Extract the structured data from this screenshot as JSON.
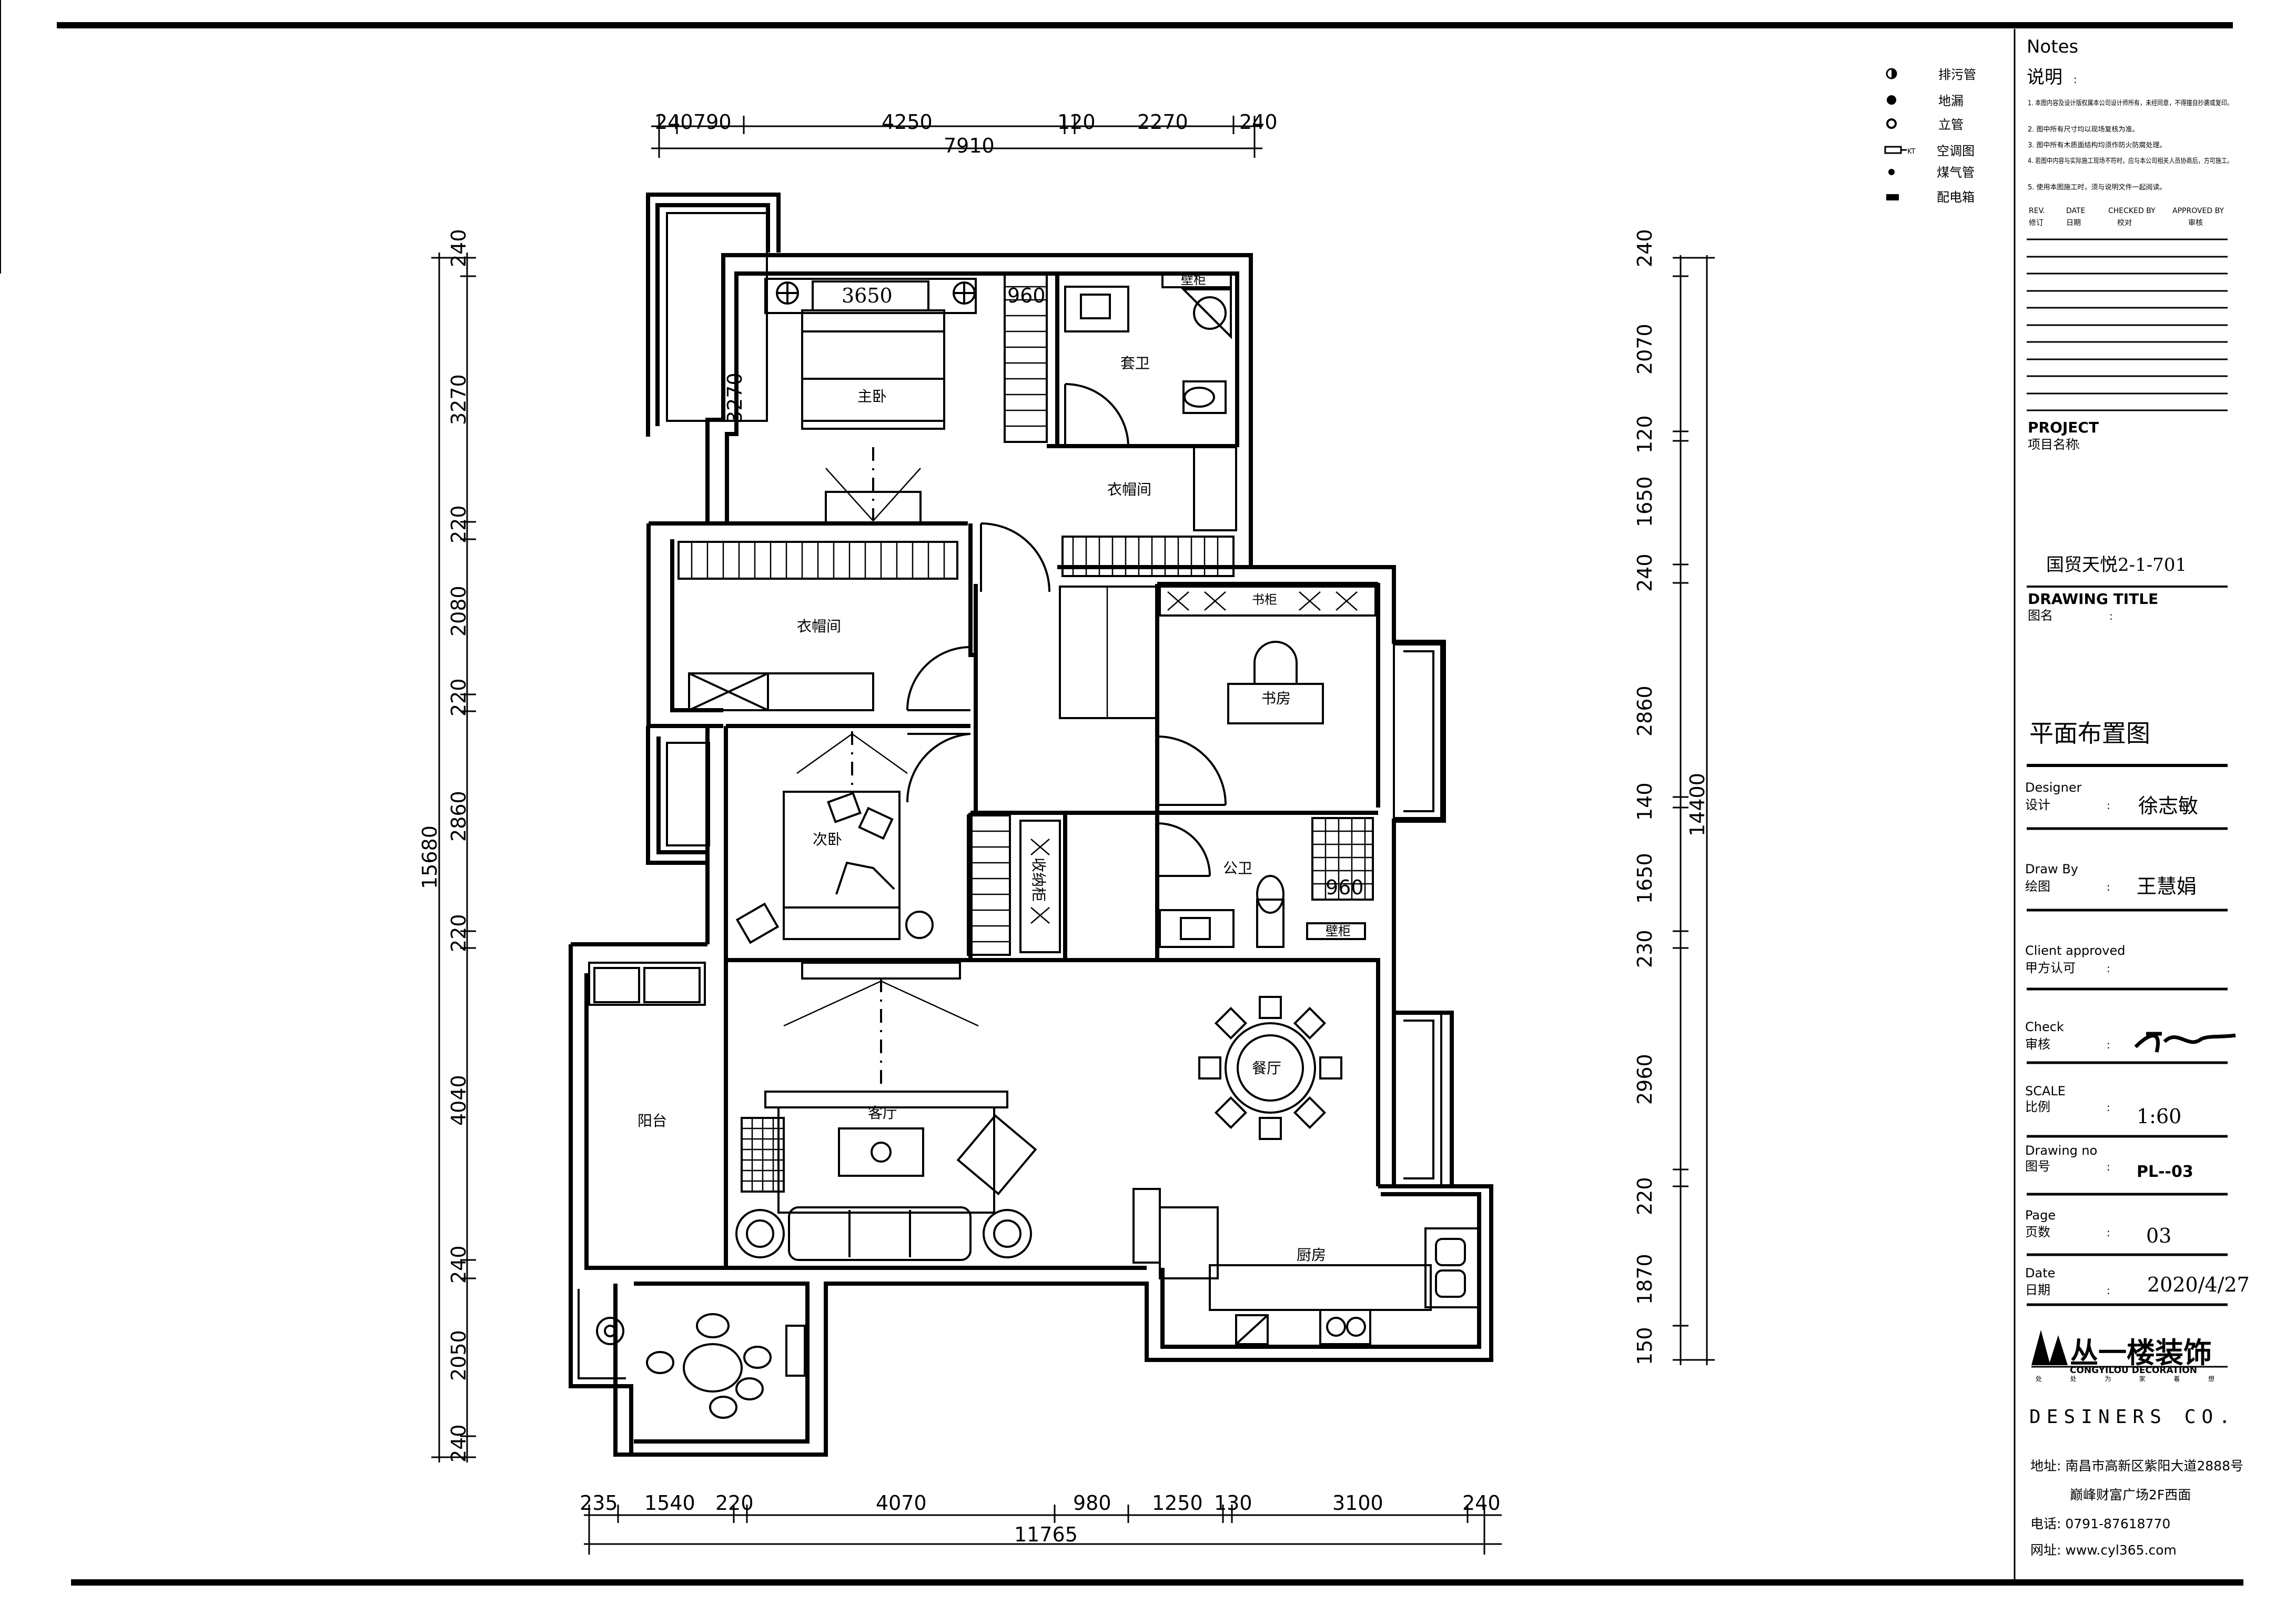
{
  "dimensions": {
    "top": [
      "240",
      "790",
      "4250",
      "120",
      "2270",
      "240"
    ],
    "top_total": "7910",
    "bottom": [
      "235",
      "1540",
      "220",
      "4070",
      "980",
      "1250",
      "130",
      "3100",
      "240"
    ],
    "bottom_total": "11765",
    "left": [
      "240",
      "3270",
      "220",
      "2080",
      "220",
      "2860",
      "220",
      "4040",
      "240",
      "2050",
      "240"
    ],
    "left_total": "15680",
    "right": [
      "240",
      "2070",
      "120",
      "1650",
      "240",
      "2860",
      "140",
      "1650",
      "230",
      "2960",
      "220",
      "1870",
      "150"
    ],
    "right_total": "14400",
    "inner_master_width": "3650",
    "inner_master_height": "3270",
    "inner_ensuite_width": "960",
    "inner_bath_width": "960"
  },
  "rooms": {
    "master_bedroom": "主卧",
    "ensuite_bath": "套卫",
    "walkin_closet_1": "衣帽间",
    "walkin_closet_2": "衣帽间",
    "study": "书房",
    "second_bedroom": "次卧",
    "storage_cabinet": "收纳柜",
    "public_bath": "公卫",
    "dining": "餐厅",
    "living": "客厅",
    "balcony": "阳台",
    "kitchen": "厨房",
    "ensuite_fixture_tag": "壁柜",
    "bath_fixture_tag": "壁柜",
    "study_shelf_tag": "书柜",
    "study_desk_tag": "书房"
  },
  "legend": [
    {
      "label": "排污管",
      "icon": "half-filled-circle-icon"
    },
    {
      "label": "地漏",
      "icon": "filled-circle-icon"
    },
    {
      "label": "立管",
      "icon": "ring-icon"
    },
    {
      "label": "空调图",
      "icon": "ac-unit-icon",
      "tag": "KT"
    },
    {
      "label": "煤气管",
      "icon": "small-dot-icon"
    },
    {
      "label": "配电箱",
      "icon": "panel-box-icon"
    }
  ],
  "titleblock": {
    "notes_en": "Notes",
    "notes_cn": "说明",
    "notes": [
      "1.  本图内容及设计版权属本公司设计师所有，未经同意，不得擅自抄袭或复印。",
      "2.  图中所有尺寸均以现场复核为准。",
      "3.  图中所有木质面结构均须作防火防腐处理。",
      "4.  若图中内容与实际施工现场不符时，应与本公司相关人员协商后，方可施工。",
      "5.  使用本图施工时，须与说明文件一起阅读。"
    ],
    "rev_headers": [
      {
        "en": "REV.",
        "cn": "修订"
      },
      {
        "en": "DATE",
        "cn": "日期"
      },
      {
        "en": "CHECKED BY",
        "cn": "校对"
      },
      {
        "en": "APPROVED BY",
        "cn": "审核"
      }
    ],
    "project_en": "PROJECT",
    "project_cn": "项目名称",
    "project_value": "国贸天悦2-1-701",
    "drawing_title_en": "DRAWING TITLE",
    "drawing_title_cn": "图名",
    "drawing_title_value": "平面布置图",
    "designer_en": "Designer",
    "designer_cn": "设计",
    "designer_value": "徐志敏",
    "drawby_en": "Draw By",
    "drawby_cn": "绘图",
    "drawby_value": "王慧娟",
    "client_en": "Client approved",
    "client_cn": "甲方认可",
    "check_en": "Check",
    "check_cn": "审核",
    "scale_en": "SCALE",
    "scale_cn": "比例",
    "scale_value": "1:60",
    "drawingno_en": "Drawing  no",
    "drawingno_cn": "图号",
    "drawingno_value": "PL--03",
    "page_en": "Page",
    "page_cn": "页数",
    "page_value": "03",
    "date_en": "Date",
    "date_cn": "日期",
    "date_value": "2020/4/27",
    "colon": ":",
    "company_name": "丛一楼装饰",
    "company_en": "CONGYILOU DECORATION",
    "company_slogan": "处 处 为 家 着 想",
    "designers_co": "DESINERS  CO.",
    "address_line1": "地址: 南昌市高新区紫阳大道2888号",
    "address_line2": "巅峰财富广场2F西面",
    "phone": "电话: 0791-87618770",
    "website": "网址: www.cyl365.com"
  }
}
